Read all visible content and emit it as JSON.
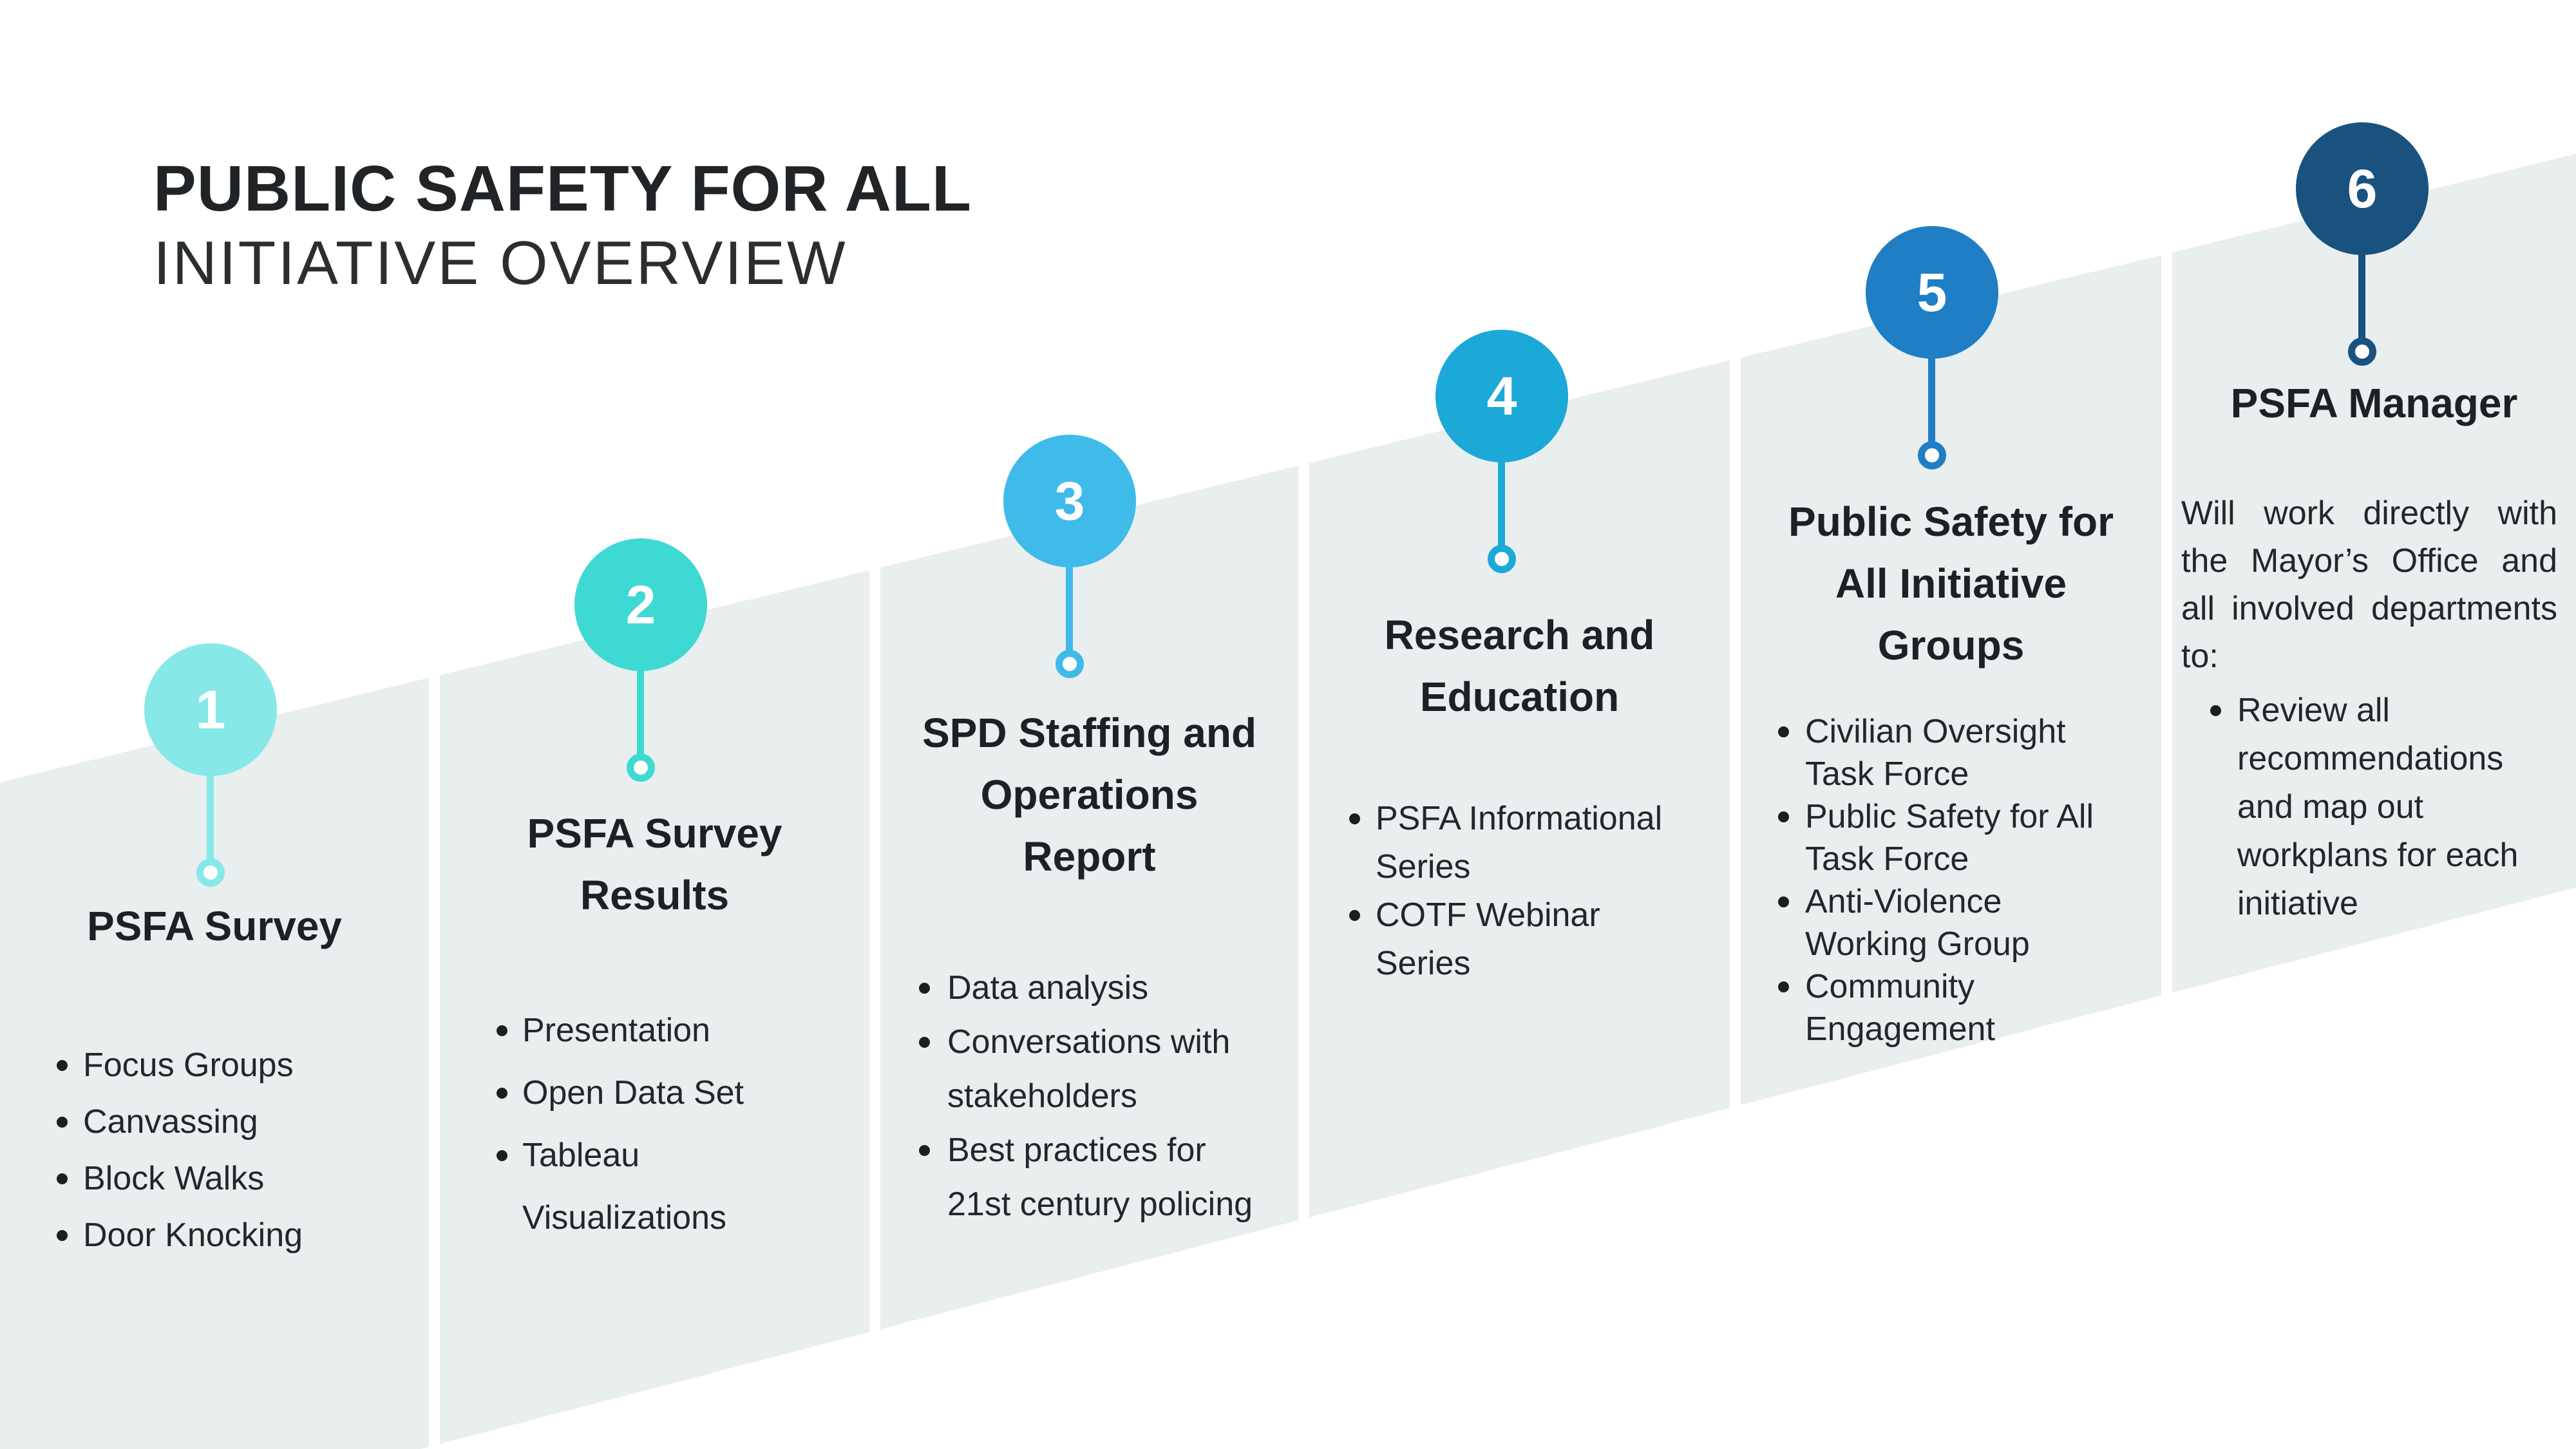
{
  "title": {
    "line1": "PUBLIC SAFETY FOR ALL",
    "line2": "INITIATIVE OVERVIEW"
  },
  "colors": {
    "background": "#FFFFFF",
    "band": "#E9EEEE",
    "text": "#212427",
    "step_colors": [
      "#87E8E8",
      "#3FD9D4",
      "#3EBBE8",
      "#1CA9D8",
      "#1F7EC4",
      "#19527E"
    ]
  },
  "steps": [
    {
      "number": "1",
      "color": "#87E8E8",
      "heading_lines": [
        "PSFA Survey"
      ],
      "bullets": [
        [
          "Focus Groups"
        ],
        [
          "Canvassing"
        ],
        [
          "Block Walks"
        ],
        [
          "Door Knocking"
        ]
      ]
    },
    {
      "number": "2",
      "color": "#3FD9D4",
      "heading_lines": [
        "PSFA Survey",
        "Results"
      ],
      "bullets": [
        [
          "Presentation"
        ],
        [
          "Open Data Set"
        ],
        [
          "Tableau",
          "Visualizations"
        ]
      ]
    },
    {
      "number": "3",
      "color": "#3EBBE8",
      "heading_lines": [
        "SPD Staffing and",
        "Operations",
        "Report"
      ],
      "bullets": [
        [
          "Data analysis"
        ],
        [
          "Conversations with",
          "stakeholders"
        ],
        [
          "Best practices for",
          "21st century policing"
        ]
      ]
    },
    {
      "number": "4",
      "color": "#1CA9D8",
      "heading_lines": [
        "Research and",
        "Education"
      ],
      "bullets": [
        [
          "PSFA Informational",
          "Series"
        ],
        [
          "COTF Webinar",
          "Series"
        ]
      ]
    },
    {
      "number": "5",
      "color": "#1F7EC4",
      "heading_lines": [
        "Public Safety for",
        "All Initiative",
        "Groups"
      ],
      "bullets": [
        [
          "Civilian Oversight",
          "Task Force"
        ],
        [
          "Public Safety for All",
          "Task Force"
        ],
        [
          "Anti-Violence",
          "Working Group"
        ],
        [
          "Community",
          "Engagement"
        ]
      ]
    },
    {
      "number": "6",
      "color": "#19527E",
      "heading_lines": [
        "PSFA Manager"
      ],
      "paragraph_lines": [
        "Will work directly with",
        "the Mayor’s Office and",
        "all involved departments",
        "to:"
      ],
      "bullets": [
        [
          "Review all",
          "recommendations",
          "and map out",
          "workplans for each",
          "initiative"
        ]
      ]
    }
  ]
}
